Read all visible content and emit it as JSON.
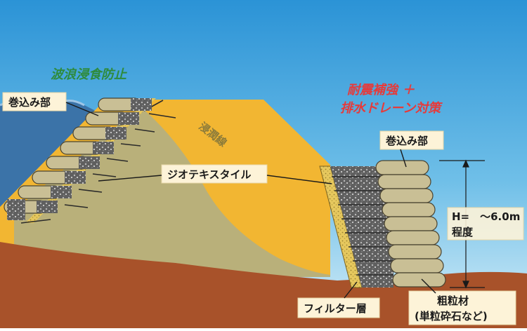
{
  "headings": {
    "wave_erosion": "波浪浸食防止",
    "seismic_line1": "耐震補強 ＋",
    "seismic_line2": "排水ドレーン対策"
  },
  "labels": {
    "wrap_left": "巻込み部",
    "wrap_right": "巻込み部",
    "seepage_line": "浸潤線",
    "geotextile": "ジオテキスタイル",
    "height_line1": "H=　～6.0m",
    "height_line2": "程度",
    "filter_layer": "フィルター層",
    "coarse_line1": "粗粒材",
    "coarse_line2": "(単粒砕石など)"
  },
  "colors": {
    "sky": "#2f9fd8",
    "water": "#3b73a8",
    "embankment": "#f2b632",
    "geotextile_zone": "#b9b07a",
    "foundation": "#a8522a",
    "bag": "#c9bf95",
    "gravel": "#6f6f6f",
    "filter": "#e3c65a",
    "wave_heading": "#2e8b3d",
    "seismic_heading": "#e63a3a"
  }
}
